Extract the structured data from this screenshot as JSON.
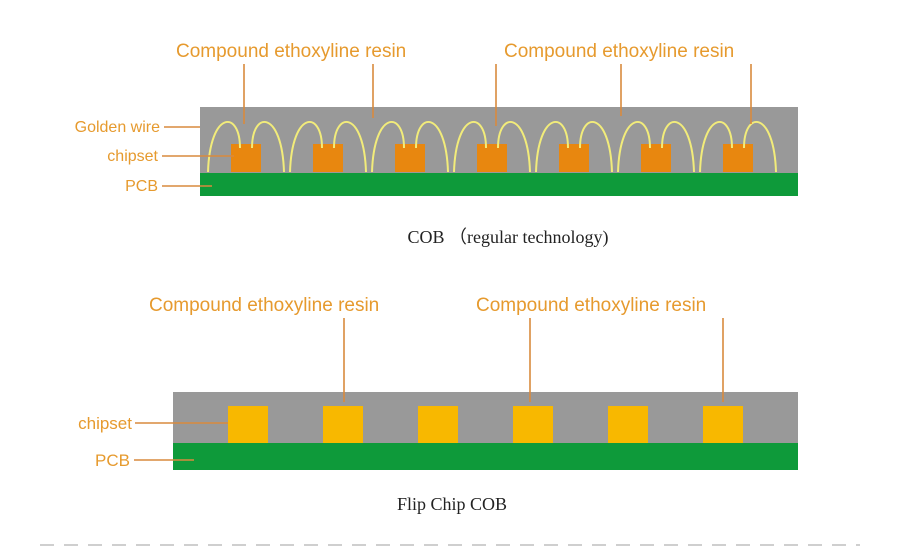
{
  "colors": {
    "label_text": "#E69A2E",
    "leader_line": "#D98A3D",
    "resin_gray": "#999999",
    "pcb_green": "#0E9A3A",
    "chip_orange": "#E8870F",
    "chip_yellow": "#F8B800",
    "wire_yellow": "#F2EC7A",
    "caption_text": "#222222"
  },
  "top_diagram": {
    "resin_labels": [
      "Compound ethoxyline resin",
      "Compound ethoxyline resin"
    ],
    "side_labels": {
      "golden_wire": "Golden wire",
      "chipset": "chipset",
      "pcb": "PCB"
    },
    "chip_count": 7,
    "caption": "COB （regular technology)"
  },
  "bottom_diagram": {
    "resin_labels": [
      "Compound ethoxyline resin",
      "Compound ethoxyline resin"
    ],
    "side_labels": {
      "chipset": "chipset",
      "pcb": "PCB"
    },
    "chip_count": 6,
    "caption": "Flip Chip COB"
  }
}
